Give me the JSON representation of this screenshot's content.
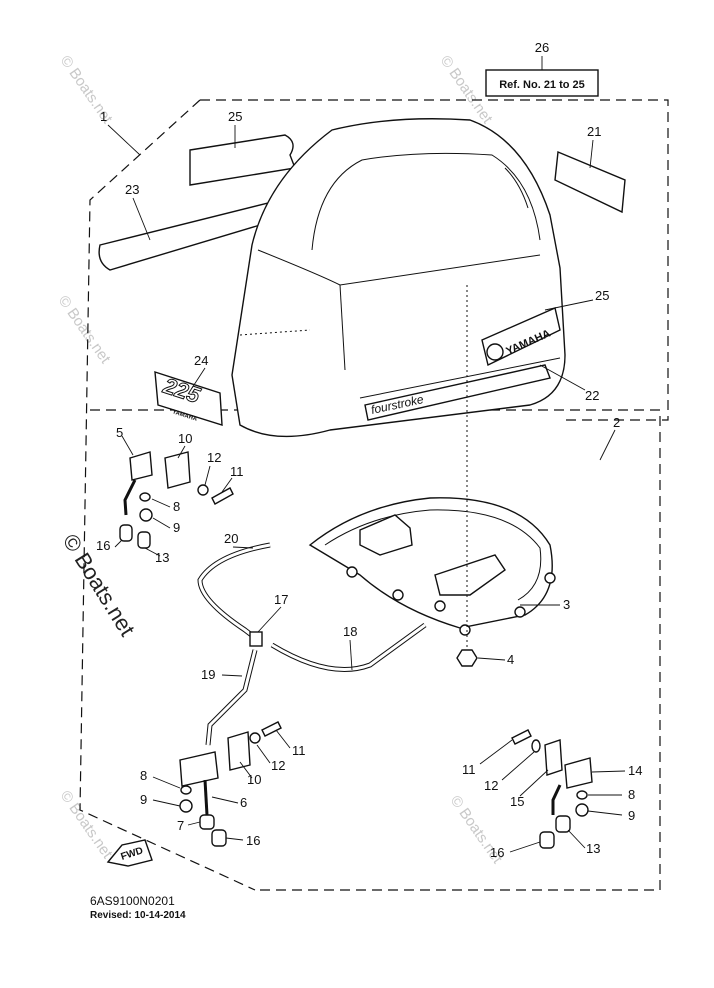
{
  "reference_box": {
    "number": "26",
    "text": "Ref. No. 21 to 25"
  },
  "callouts": {
    "c1": "1",
    "c2": "2",
    "c3": "3",
    "c4": "4",
    "c5": "5",
    "c6": "6",
    "c7": "7",
    "c8a": "8",
    "c8b": "8",
    "c8c": "8",
    "c9a": "9",
    "c9b": "9",
    "c9c": "9",
    "c10a": "10",
    "c10b": "10",
    "c11a": "11",
    "c11b": "11",
    "c11c": "11",
    "c12a": "12",
    "c12b": "12",
    "c12c": "12",
    "c13a": "13",
    "c13b": "13",
    "c14": "14",
    "c15": "15",
    "c16a": "16",
    "c16b": "16",
    "c16c": "16",
    "c17": "17",
    "c18": "18",
    "c19": "19",
    "c20": "20",
    "c21": "21",
    "c22": "22",
    "c23": "23",
    "c24": "24",
    "c25a": "25",
    "c25b": "25"
  },
  "decals": {
    "brand": "YAMAHA",
    "stroke_script": "fourstroke",
    "model_number": "225",
    "small_brand": "YAMAHA"
  },
  "fwd_label": "FWD",
  "footer": {
    "code": "6AS9100N0201",
    "revised": "Revised: 10-14-2014"
  },
  "watermark": {
    "text": "© Boats.net"
  }
}
